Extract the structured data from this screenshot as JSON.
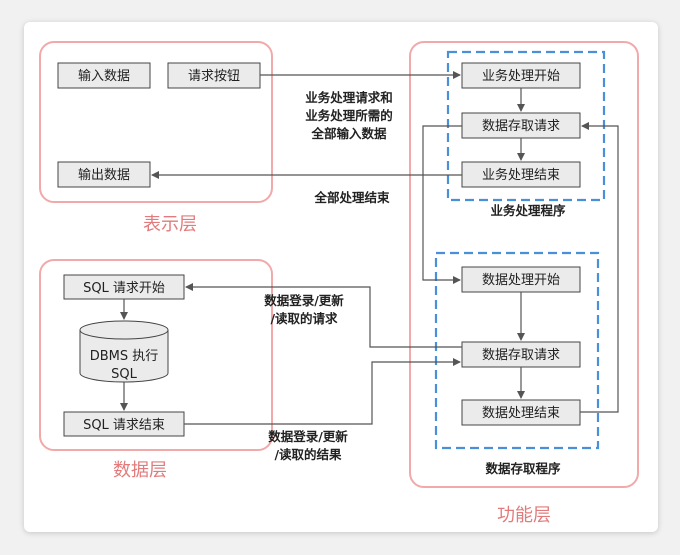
{
  "presentation_layer": {
    "title": "表示层",
    "input_box": "输入数据",
    "button_box": "请求按钮",
    "output_box": "输出数据"
  },
  "data_layer": {
    "title": "数据层",
    "sql_start": "SQL 请求开始",
    "dbms_line1": "DBMS 执行",
    "dbms_line2": "SQL",
    "sql_end": "SQL 请求结束"
  },
  "function_layer": {
    "title": "功能层",
    "business_program": {
      "label": "业务处理程序",
      "start": "业务处理开始",
      "access": "数据存取请求",
      "end": "业务处理结束"
    },
    "data_program": {
      "label": "数据存取程序",
      "start": "数据处理开始",
      "access": "数据存取请求",
      "end": "数据处理结束"
    }
  },
  "annotations": {
    "request_line1": "业务处理请求和",
    "request_line2": "业务处理所需的",
    "request_line3": "全部输入数据",
    "all_done": "全部处理结束",
    "db_request_line1": "数据登录/更新",
    "db_request_line2": "/读取的请求",
    "db_result_line1": "数据登录/更新",
    "db_result_line2": "/读取的结果"
  },
  "colors": {
    "layer_border": "#f1a9a9",
    "layer_title": "#e27b7b",
    "dashed": "#4a90d9",
    "box_fill": "#ebebeb",
    "line": "#555555"
  }
}
